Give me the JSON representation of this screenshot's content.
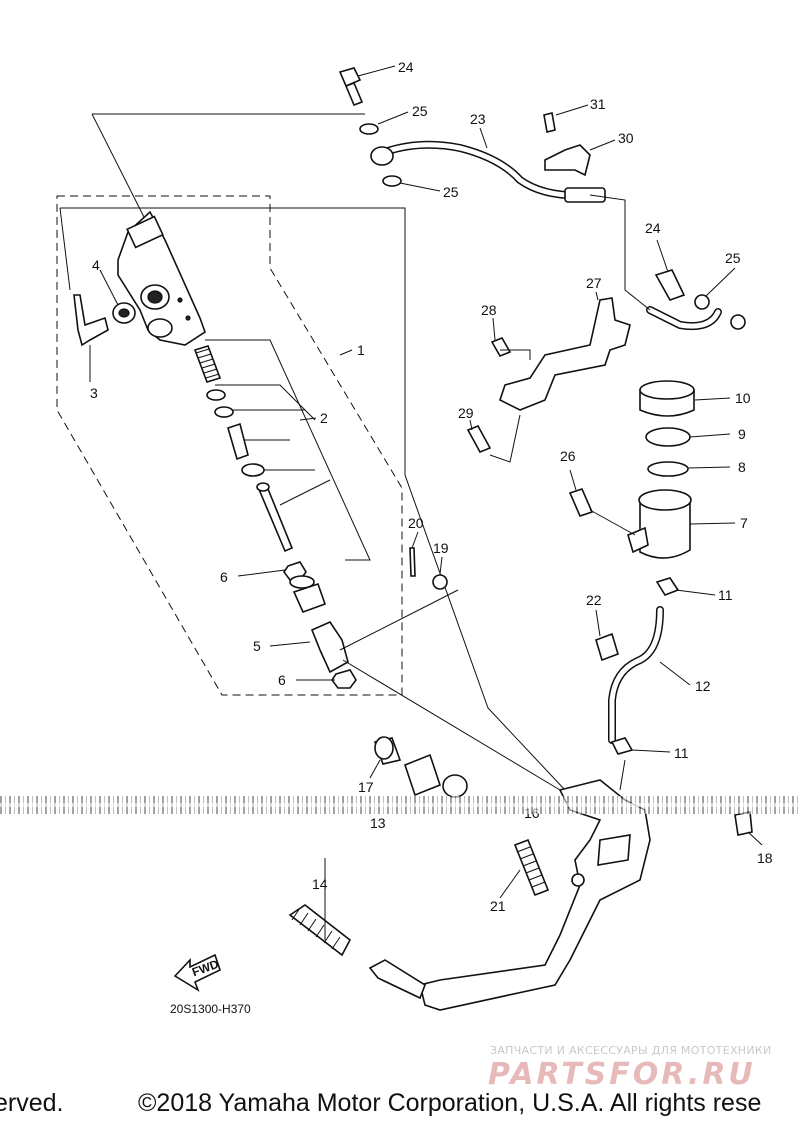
{
  "diagram_code": "20S1300-H370",
  "fwd_label": "FWD",
  "copyright_left": "erved.",
  "copyright_right": "©2018 Yamaha Motor Corporation, U.S.A. All rights rese",
  "watermark": {
    "text": "ЗАПЧАСТИ И АКСЕССУАРЫ ДЛЯ МОТОТЕХНИКИ",
    "logo": "PARTSFOR.RU"
  },
  "callouts": {
    "c1": "1",
    "c2": "2",
    "c3": "3",
    "c4": "4",
    "c5": "5",
    "c6a": "6",
    "c6b": "6",
    "c7": "7",
    "c8": "8",
    "c9": "9",
    "c10": "10",
    "c11a": "11",
    "c11b": "11",
    "c12": "12",
    "c13": "13",
    "c14": "14",
    "c16": "16",
    "c17": "17",
    "c18": "18",
    "c19": "19",
    "c20": "20",
    "c21": "21",
    "c22": "22",
    "c23": "23",
    "c24a": "24",
    "c24b": "24",
    "c25a": "25",
    "c25b": "25",
    "c25c": "25",
    "c26": "26",
    "c27": "27",
    "c28": "28",
    "c29": "29",
    "c30": "30",
    "c31": "31"
  }
}
